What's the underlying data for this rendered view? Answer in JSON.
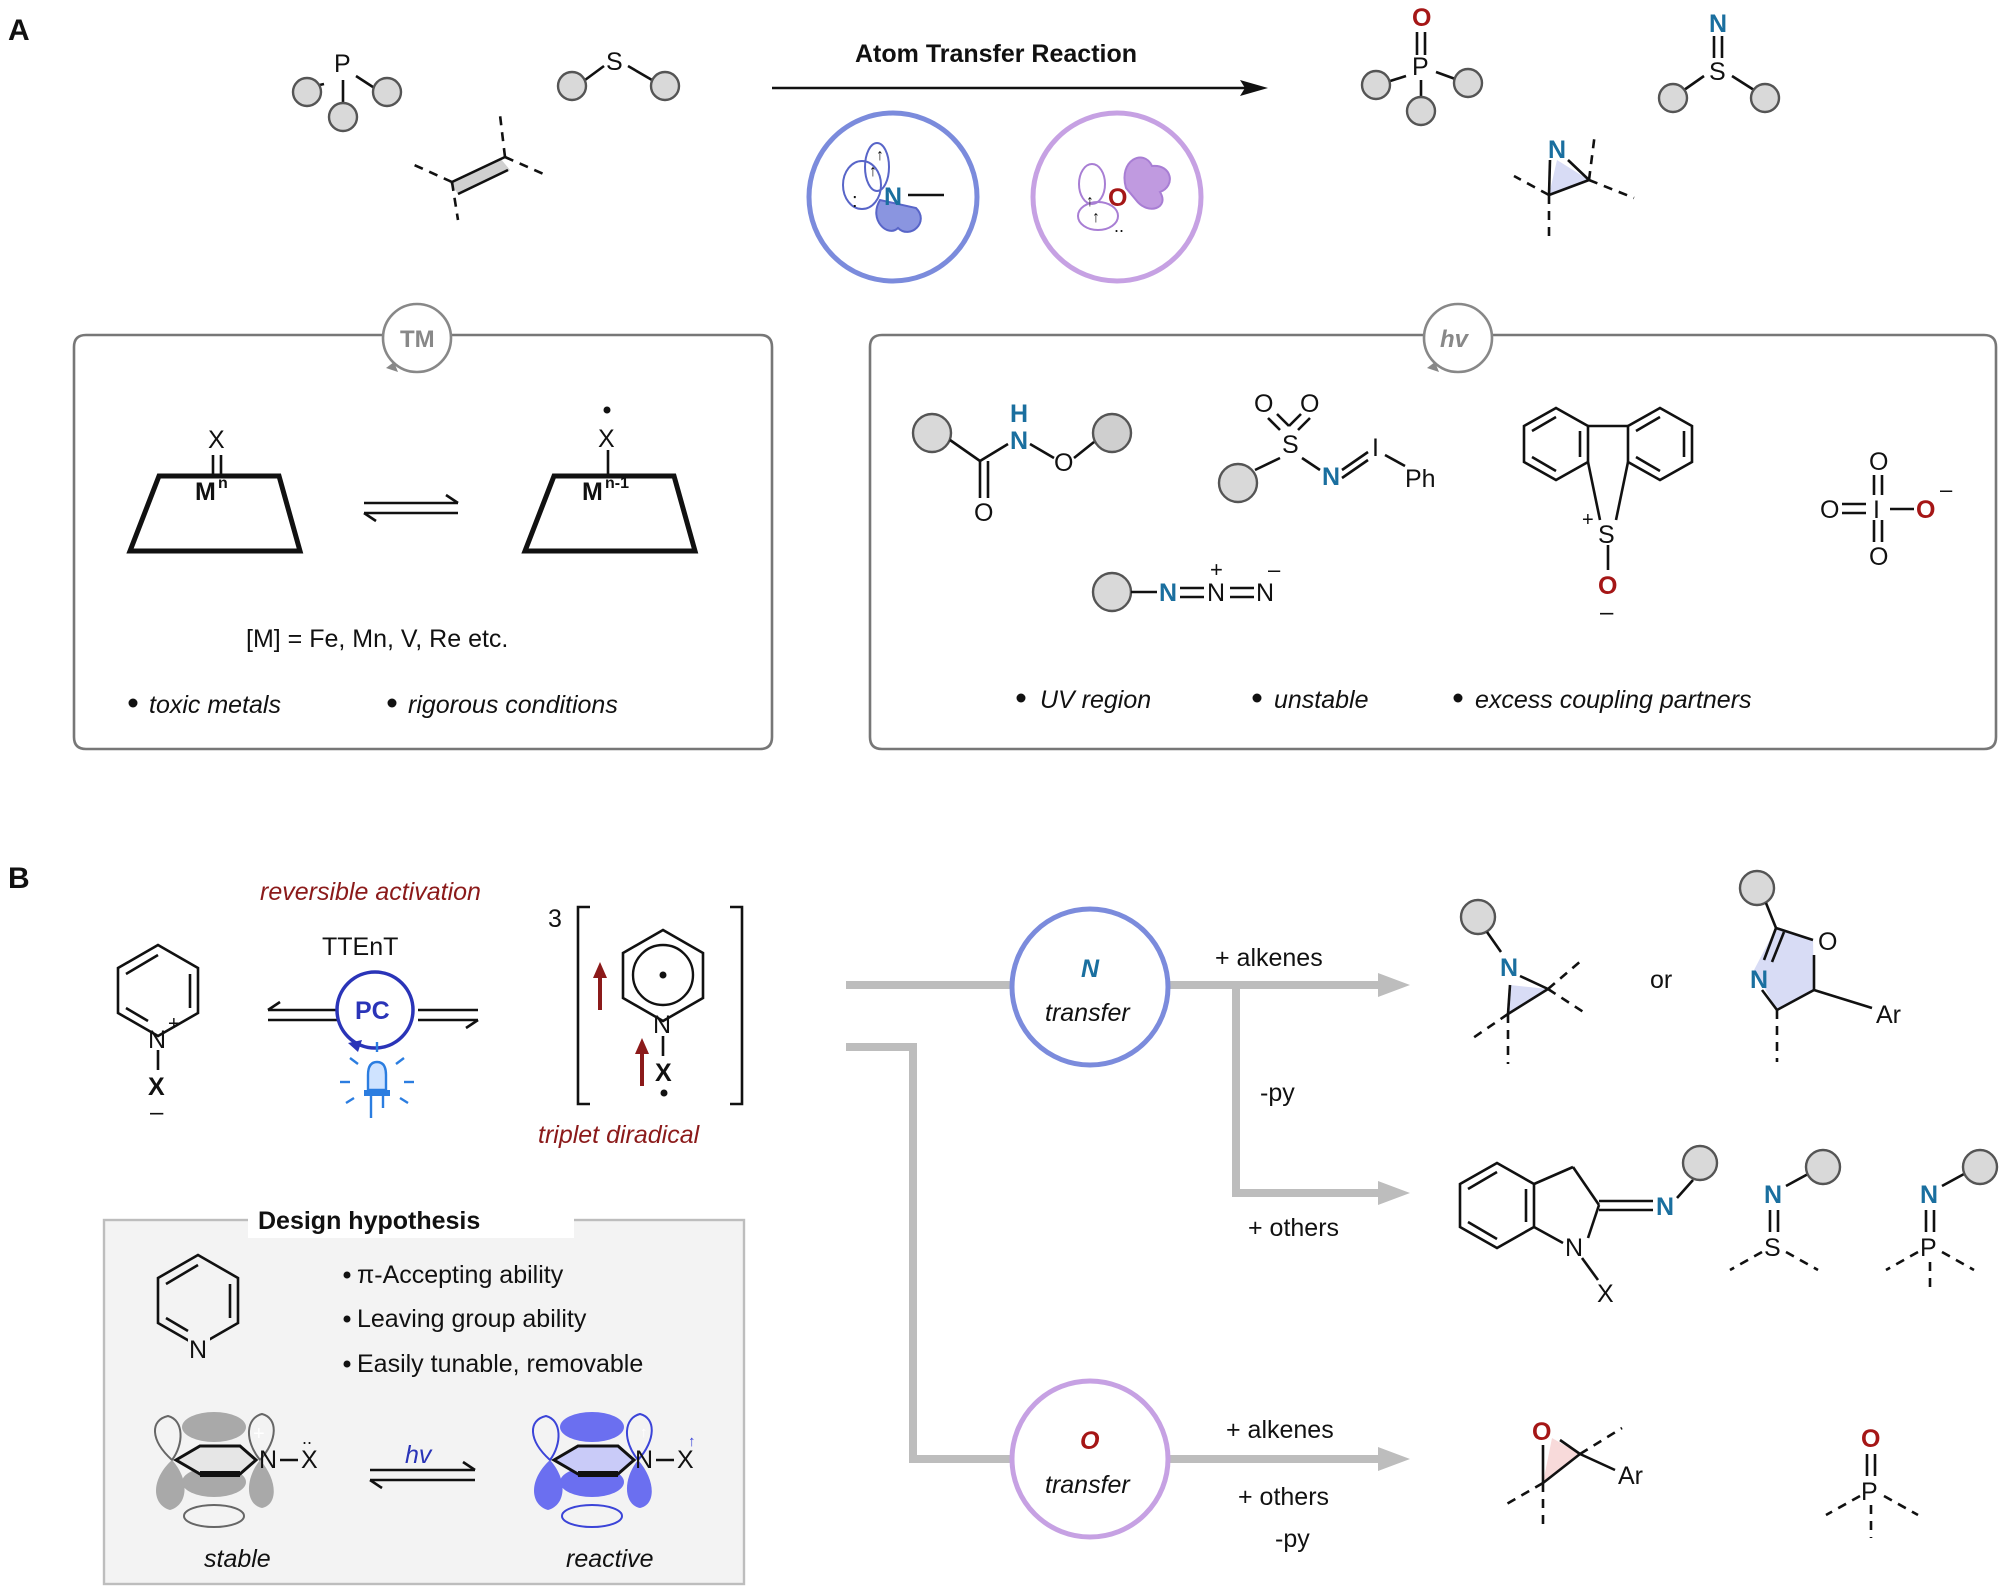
{
  "panel_labels": {
    "a": "A",
    "b": "B"
  },
  "top": {
    "arrow_title": "Atom Transfer Reaction",
    "reactant_atoms": {
      "p": "P",
      "s": "S"
    },
    "product_atoms": {
      "o": "O",
      "p": "P",
      "n": "N",
      "s": "S"
    },
    "nitrene_atom": "N",
    "oxygen_atom": "O"
  },
  "tm_box": {
    "badge": "TM",
    "x_label": "X",
    "m_left": "M",
    "m_left_sup": "n",
    "m_right": "M",
    "m_right_sup": "n-1",
    "metals": "[M] = Fe, Mn, V, Re etc.",
    "bullets": [
      "toxic metals",
      "rigorous conditions"
    ]
  },
  "hv_box": {
    "badge": "hv",
    "hydroxamate": {
      "h": "H",
      "n": "N",
      "o1": "O",
      "o2": "O"
    },
    "iminoiodinane": {
      "o1": "O",
      "o2": "O",
      "s": "S",
      "n": "N",
      "i": "I",
      "ph": "Ph"
    },
    "azide": {
      "n1": "N",
      "n2": "N",
      "n3": "N",
      "plus": "+",
      "minus": "–"
    },
    "sulfoxide": {
      "s": "S",
      "plus": "+",
      "o": "O",
      "minus": "–"
    },
    "periodate": {
      "o_top": "O",
      "o_left": "O",
      "i": "I",
      "o_right": "O",
      "o_bot": "O",
      "minus": "–"
    },
    "bullets": [
      "UV region",
      "unstable",
      "excess coupling partners"
    ]
  },
  "section_b": {
    "reversible": "reversible activation",
    "ttent": "TTEnT",
    "pc": "PC",
    "pyridinium": {
      "n": "N",
      "plus": "+",
      "x": "X",
      "minus": "–"
    },
    "triplet_sup": "3",
    "triplet": {
      "n": "N",
      "x": "X"
    },
    "triplet_label": "triplet diradical",
    "design_title": "Design hypothesis",
    "pyridine_n": "N",
    "hypotheses": [
      "π-Accepting ability",
      "Leaving group ability",
      "Easily tunable, removable"
    ],
    "hv": "hv",
    "orbital_left": {
      "n": "N",
      "x": "X",
      "plus": "+"
    },
    "orbital_right": {
      "n": "N",
      "x": "X"
    },
    "stable": "stable",
    "reactive": "reactive",
    "n_transfer": {
      "atom": "N",
      "word": "transfer"
    },
    "o_transfer": {
      "atom": "O",
      "word": "transfer"
    },
    "alkenes_n": "+ alkenes",
    "py_n": "-py",
    "others_n": "+ others",
    "alkenes_o": "+ alkenes",
    "others_o": "+ others",
    "py_o": "-py",
    "aziridine_n": "N",
    "or": "or",
    "oxazoline": {
      "o": "O",
      "n": "N",
      "ar": "Ar"
    },
    "amidine": {
      "n_exo": "N",
      "n_ring": "N",
      "x": "X"
    },
    "sulfilimine": {
      "n": "N",
      "s": "S"
    },
    "iminophosphorane": {
      "n": "N",
      "p": "P"
    },
    "epoxide": {
      "o": "O",
      "ar": "Ar"
    },
    "phosphine_oxide": {
      "o": "O",
      "p": "P"
    }
  },
  "colors": {
    "nitrogen": "#1a6f9f",
    "oxygen": "#a51616",
    "n_circle": "#7b8bdc",
    "o_circle": "#c6a1e3",
    "arrow_gray": "#bdbdbd"
  }
}
